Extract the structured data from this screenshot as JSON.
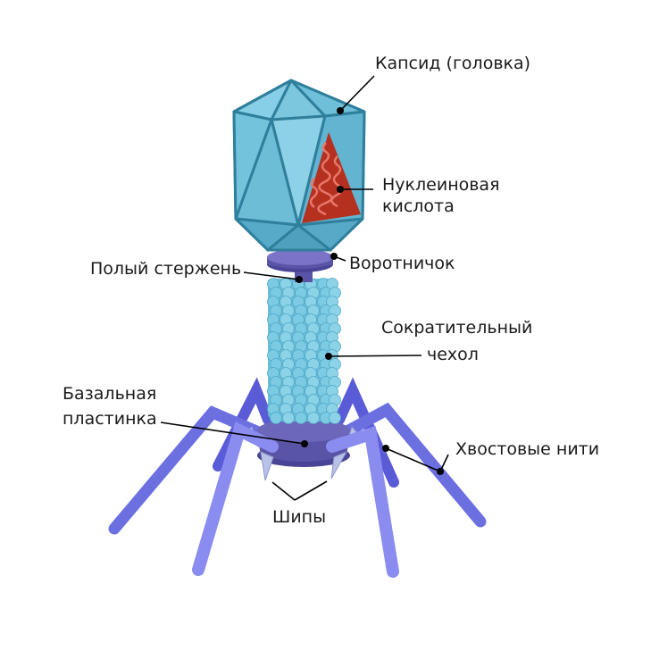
{
  "colors": {
    "capsid_fill": "#5fb7d4",
    "capsid_stroke": "#2f7f9c",
    "nucleic_acid": "#b5301f",
    "collar": "#6b63b4",
    "sheath": "#7fcbe3",
    "base_plate": "#5a54a6",
    "fibers": "#7c7fe8",
    "spikes": "#b8c1e8"
  },
  "labels": {
    "capsid": "Капсид (головка)",
    "nucleic_line1": "Нуклеиновая",
    "nucleic_line2": "кислота",
    "collar": "Воротничок",
    "hollow_rod": "Полый стержень",
    "sheath_line1": "Сократительный",
    "sheath_line2": "чехол",
    "base_line1": "Базальная",
    "base_line2": "пластинка",
    "tail_fibers": "Хвостовые нити",
    "spikes": "Шипы"
  }
}
